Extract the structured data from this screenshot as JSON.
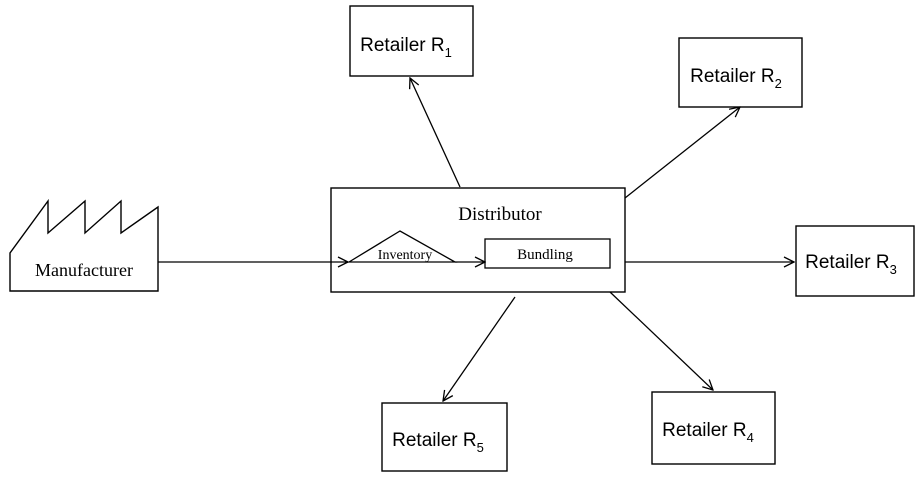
{
  "manufacturer": {
    "label": "Manufacturer"
  },
  "distributor": {
    "title": "Distributor",
    "inventory_label": "Inventory",
    "bundling_label": "Bundling"
  },
  "retailers": [
    {
      "name": "Retailer R",
      "sub": "1"
    },
    {
      "name": "Retailer R",
      "sub": "2"
    },
    {
      "name": "Retailer R",
      "sub": "3"
    },
    {
      "name": "Retailer R",
      "sub": "4"
    },
    {
      "name": "Retailer R",
      "sub": "5"
    }
  ],
  "colors": {
    "stroke": "#000000",
    "background": "#ffffff"
  }
}
